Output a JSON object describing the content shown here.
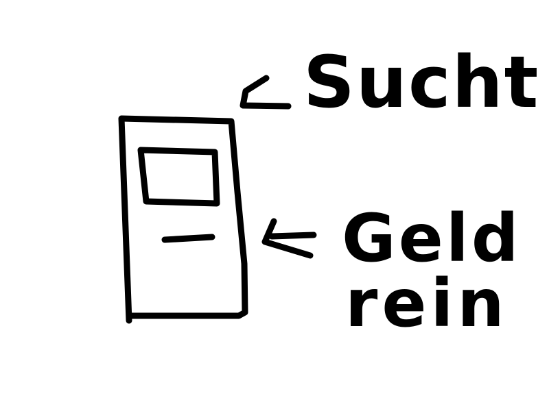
{
  "stroke_color": "#000000",
  "background_color": "#ffffff",
  "labels": {
    "sucht": "Sucht",
    "geld": "Geld",
    "rein": "rein"
  },
  "icons": {
    "machine": "slot-machine-icon",
    "screen": "screen-icon",
    "slot": "coin-slot-icon",
    "arrow_top": "left-arrow-icon",
    "arrow_middle": "left-arrow-icon"
  }
}
